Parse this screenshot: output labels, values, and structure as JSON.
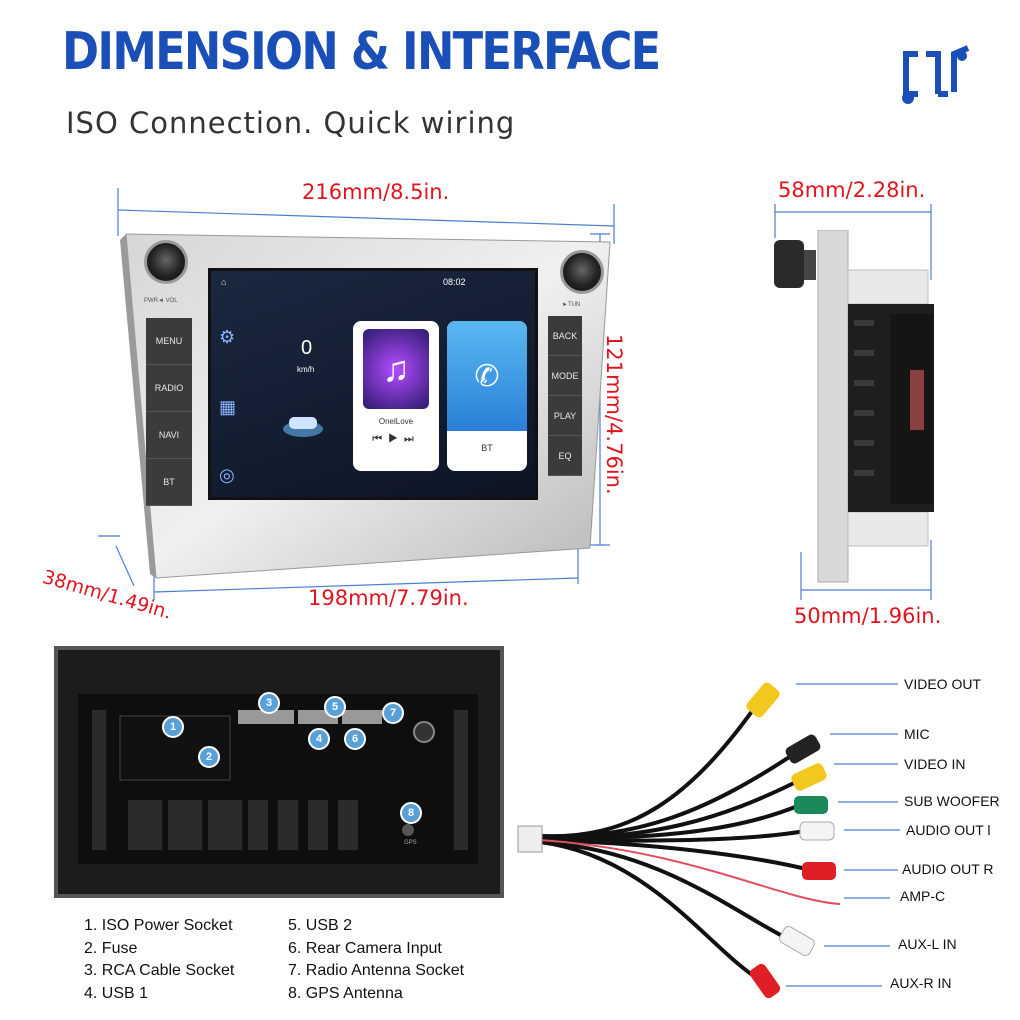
{
  "header": {
    "title": "DIMENSION & INTERFACE",
    "subtitle": "ISO Connection. Quick wiring"
  },
  "dimensions": {
    "width_top": "216mm/8.5in.",
    "height_right": "121mm/4.76in.",
    "depth_left": "38mm/1.49in.",
    "width_bottom": "198mm/7.79in.",
    "side_depth_top": "58mm/2.28in.",
    "side_depth_bottom": "50mm/1.96in."
  },
  "head_unit": {
    "knob_left_label": "PWR◄ VOL",
    "knob_right_label": "►TUN",
    "left_buttons": [
      "MENU",
      "RADIO",
      "NAVI",
      "BT"
    ],
    "right_buttons": [
      "BACK",
      "MODE",
      "PLAY",
      "EQ"
    ],
    "status_time": "08:02",
    "speed_value": "0",
    "speed_unit": "km/h",
    "music_title": "OnelLove",
    "bt_label": "BT"
  },
  "rear_panel": {
    "badges": [
      "1",
      "2",
      "3",
      "4",
      "5",
      "6",
      "7",
      "8"
    ],
    "gps_label": "GPS"
  },
  "legend": {
    "col1": [
      "1. ISO Power Socket",
      "2. Fuse",
      "3. RCA Cable Socket",
      "4. USB 1"
    ],
    "col2": [
      "5. USB 2",
      "6. Rear Camera Input",
      "7. Radio Antenna Socket",
      "8. GPS Antenna"
    ]
  },
  "cable_labels": [
    "VIDEO OUT",
    "MIC",
    "VIDEO IN",
    "SUB WOOFER",
    "AUDIO OUT l",
    "AUDIO OUT R",
    "AMP-C",
    "AUX-L IN",
    "AUX-R IN"
  ],
  "colors": {
    "title_blue": "#1a4fb8",
    "dimension_red": "#e0141e",
    "guide_blue": "#4a7fd0",
    "badge_blue": "#5aa0d8"
  },
  "icons": {
    "header_icon": "interface-connector-icon"
  }
}
